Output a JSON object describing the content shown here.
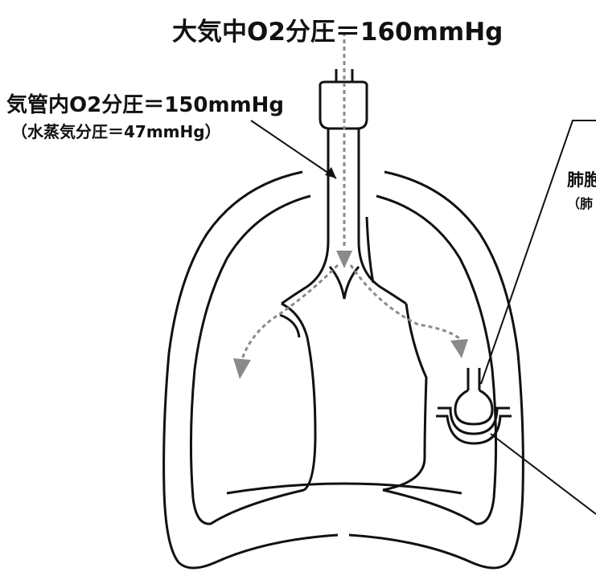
{
  "labels": {
    "atmosphere_po2": "大気中O2分圧＝160mmHg",
    "trachea_po2": "気管内O2分圧＝150mmHg",
    "water_vapor": "（水蒸気分圧＝47mmHg）",
    "alveolar_partial": "肺胞",
    "alveolar_sub_partial": "（肺"
  },
  "colors": {
    "line": "#111111",
    "arrow": "#8a8a8a",
    "background": "#ffffff"
  }
}
